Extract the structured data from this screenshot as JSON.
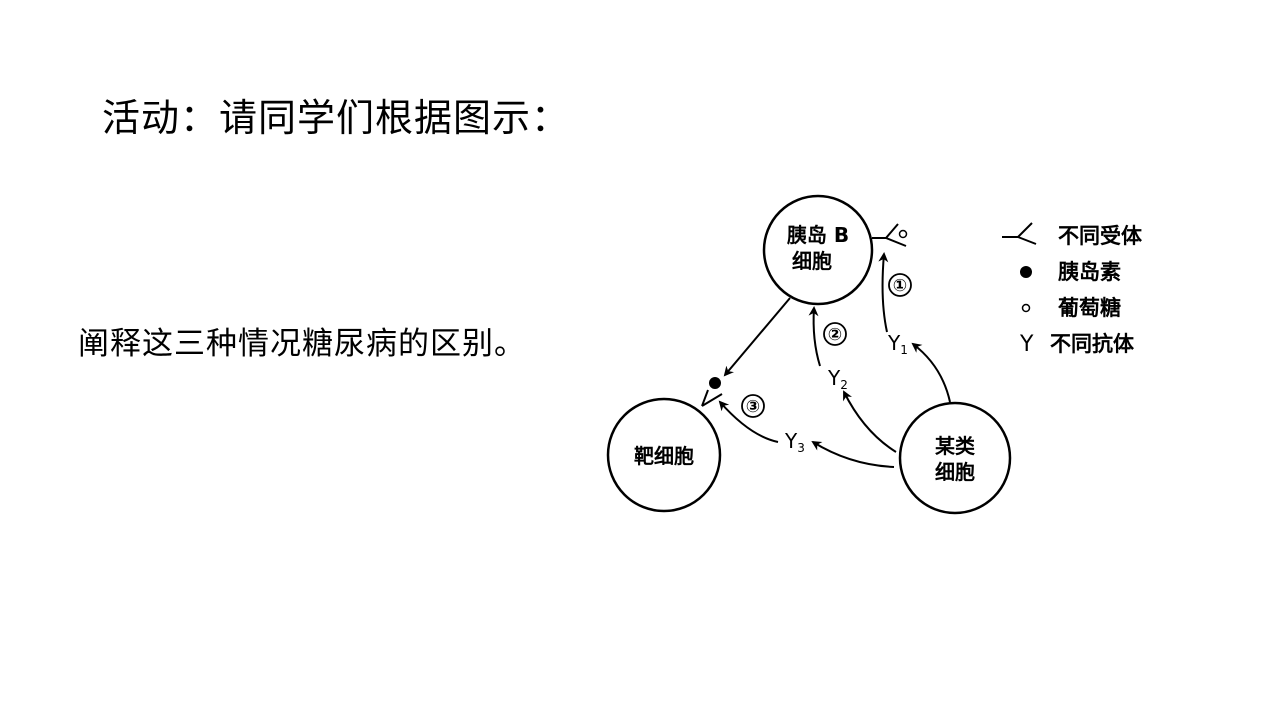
{
  "slide": {
    "title": "活动：请同学们根据图示：",
    "body": "阐释这三种情况糖尿病的区别。"
  },
  "diagram": {
    "cells": {
      "islet_b_line1": "胰岛 B",
      "islet_b_line2": "细胞",
      "target": "靶细胞",
      "certain_line1": "某类",
      "certain_line2": "细胞"
    },
    "antibodies": {
      "y1": "Y",
      "y1_sub": "1",
      "y2": "Y",
      "y2_sub": "2",
      "y3": "Y",
      "y3_sub": "3"
    },
    "pathways": {
      "p1": "①",
      "p2": "②",
      "p3": "③"
    },
    "legend": {
      "receptor": "不同受体",
      "insulin": "胰岛素",
      "glucose": "葡萄糖",
      "antibody_symbol": "Y",
      "antibody": "不同抗体"
    }
  }
}
